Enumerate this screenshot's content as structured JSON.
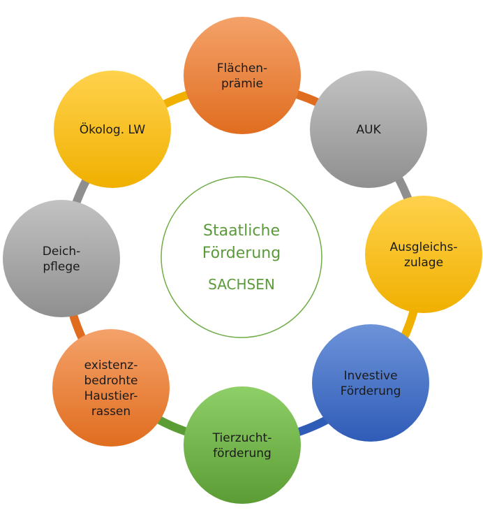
{
  "center": {
    "line1": "Staatliche",
    "line2": "Förderung",
    "line3": "SACHSEN",
    "color": "#70ad47"
  },
  "nodes": [
    {
      "lines": [
        "Flächen-",
        "prämie"
      ],
      "color": "orange"
    },
    {
      "lines": [
        "AUK"
      ],
      "color": "gray"
    },
    {
      "lines": [
        "Ausgleichs-",
        "zulage"
      ],
      "color": "gold"
    },
    {
      "lines": [
        "Investive",
        "Förderung"
      ],
      "color": "blue"
    },
    {
      "lines": [
        "Tierzucht-",
        "förderung"
      ],
      "color": "green"
    },
    {
      "lines": [
        "existenz-",
        "bedrohte",
        "Haustier-",
        "rassen"
      ],
      "color": "orange"
    },
    {
      "lines": [
        "Deich-",
        "pflege"
      ],
      "color": "gray"
    },
    {
      "lines": [
        "Ökolog. LW"
      ],
      "color": "gold"
    }
  ],
  "palette": {
    "orange": [
      "#f4a26a",
      "#e06d1f"
    ],
    "gray": [
      "#c2c2c2",
      "#8f8f8f"
    ],
    "gold": [
      "#ffd24d",
      "#f0b000"
    ],
    "blue": [
      "#6d93d9",
      "#2f5cb7"
    ],
    "green": [
      "#8fcf68",
      "#5c9c34"
    ]
  },
  "ring_colors": [
    "orange",
    "gray",
    "gold",
    "blue",
    "green",
    "orange",
    "gray",
    "gold"
  ]
}
